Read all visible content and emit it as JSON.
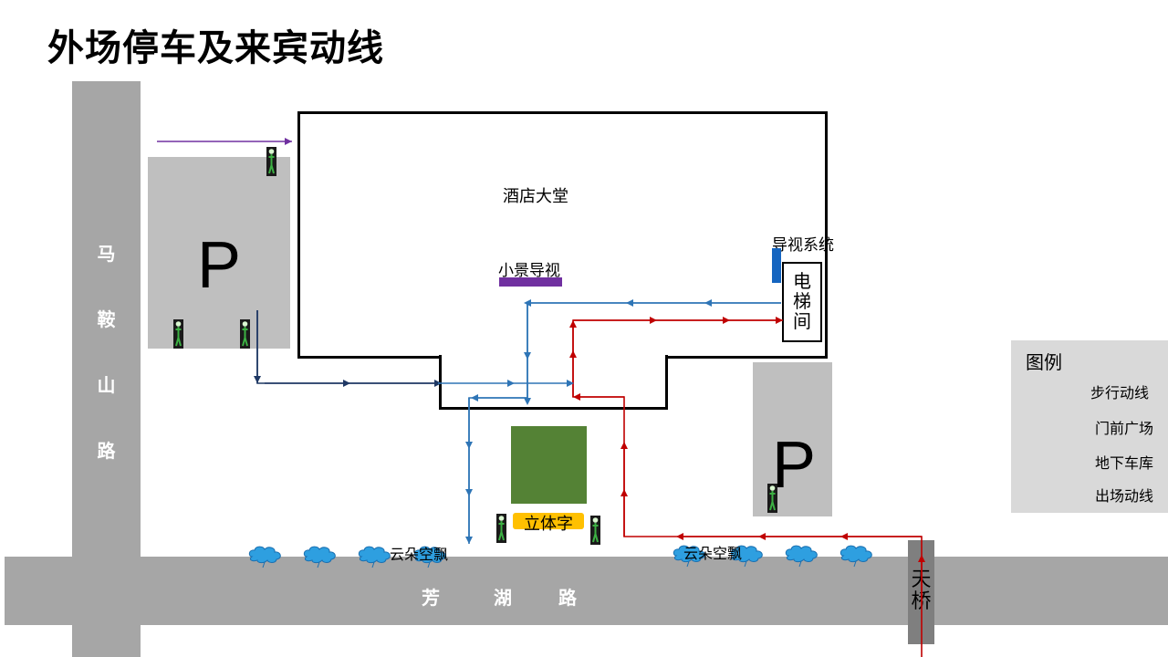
{
  "title": "外场停车及来宾动线",
  "roads": {
    "vertical_chars": [
      "马",
      "鞍",
      "山",
      "路"
    ],
    "horizontal_chars": [
      "芳",
      "湖",
      "路"
    ]
  },
  "parking": {
    "left_letter": "P",
    "right_letter": "P"
  },
  "lobby_label": "酒店大堂",
  "guide_system_label": "导视系统",
  "scene_guide_label": "小景导视",
  "elevator_label": "电梯间",
  "sign_label": "立体字",
  "cloud_label_left": "云朵空飘",
  "cloud_label_right": "云朵空飘",
  "bridge_label": "天桥",
  "legend": {
    "title": "图例",
    "items": [
      {
        "label": "步行动线",
        "color": "#c00000"
      },
      {
        "label": "门前广场",
        "color": "#1f3864"
      },
      {
        "label": "地下车库",
        "color": "#7030a0"
      },
      {
        "label": "出场动线",
        "color": "#2e75b6"
      }
    ]
  },
  "colors": {
    "walk": "#c00000",
    "front": "#1f3864",
    "garage": "#7030a0",
    "exit": "#2e75b6",
    "cloud": "#2e9fe0",
    "person": "#3cb043"
  }
}
